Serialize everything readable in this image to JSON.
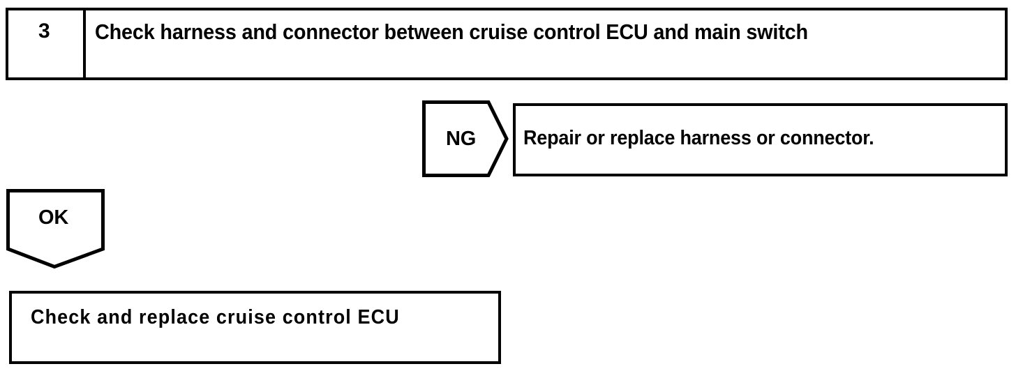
{
  "diagram": {
    "type": "troubleshooting-flowchart",
    "colors": {
      "ink": "#000000",
      "paper": "#ffffff"
    },
    "step": {
      "number": "3",
      "title": "Check harness and connector between cruise control ECU and main switch"
    },
    "branches": {
      "ng": {
        "marker": "NG",
        "action": "Repair or replace harness or connector."
      },
      "ok": {
        "marker": "OK",
        "action": "Check and replace cruise control ECU"
      }
    }
  }
}
